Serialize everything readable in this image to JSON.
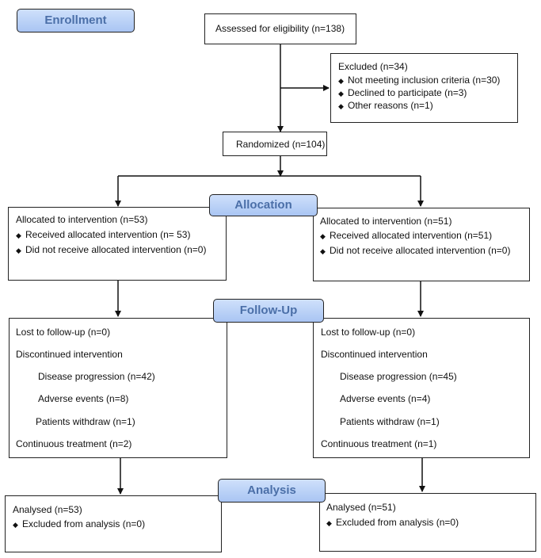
{
  "stages": {
    "enrollment": "Enrollment",
    "allocation": "Allocation",
    "followup": "Follow-Up",
    "analysis": "Analysis"
  },
  "assessed": "Assessed for eligibility (n=138)",
  "excluded": {
    "title": "Excluded (n=34)",
    "items": [
      "Not meeting inclusion criteria (n=30)",
      "Declined to participate (n=3)",
      "Other reasons (n=1)"
    ]
  },
  "randomized": "Randomized (n=104)",
  "allocation": {
    "left": {
      "title": "Allocated to intervention (n=53)",
      "items": [
        "Received allocated intervention (n= 53)",
        "Did not receive allocated intervention (n=0)"
      ]
    },
    "right": {
      "title": "Allocated to intervention (n=51)",
      "items": [
        "Received allocated intervention (n=51)",
        "Did not receive allocated intervention (n=0)"
      ]
    }
  },
  "followup": {
    "left": {
      "lost": "Lost to follow-up (n=0)",
      "discontinued": "Discontinued intervention",
      "progression": "Disease progression (n=42)",
      "adverse": "Adverse events (n=8)",
      "withdraw": "Patients withdraw (n=1)",
      "continuous": "Continuous treatment (n=2)"
    },
    "right": {
      "lost": "Lost to follow-up (n=0)",
      "discontinued": "Discontinued intervention",
      "progression": "Disease progression (n=45)",
      "adverse": "Adverse events (n=4)",
      "withdraw": "Patients withdraw (n=1)",
      "continuous": "Continuous treatment (n=1)"
    }
  },
  "analysis": {
    "left": {
      "title": "Analysed (n=53)",
      "items": [
        "Excluded from analysis (n=0)"
      ]
    },
    "right": {
      "title": "Analysed (n=51)",
      "items": [
        "Excluded from analysis (n=0)"
      ]
    }
  },
  "bullet_glyph": "◆"
}
